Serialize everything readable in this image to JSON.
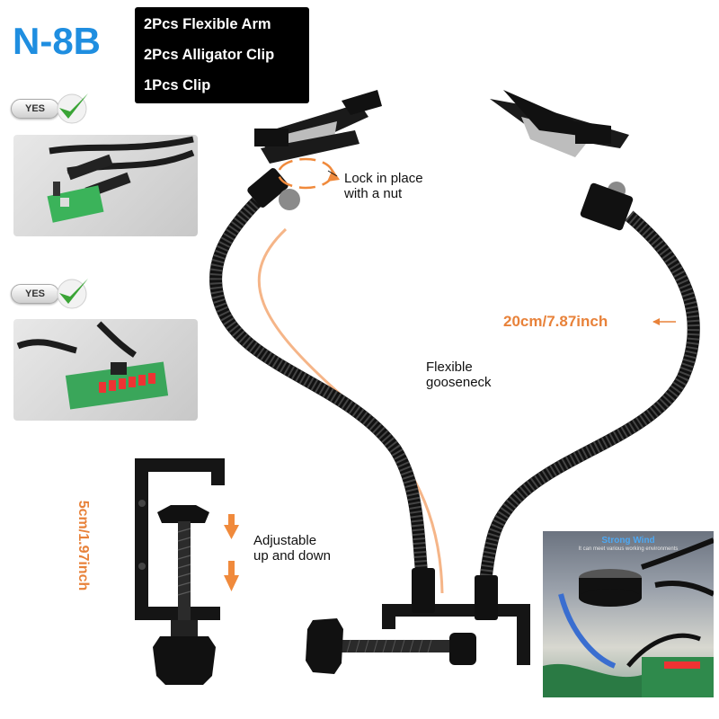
{
  "model": "N-8B",
  "specs": [
    "2Pcs Flexible Arm",
    "2Pcs Alligator Clip",
    "1Pcs Clip"
  ],
  "badges": [
    {
      "label": "YES"
    },
    {
      "label": "YES"
    }
  ],
  "callouts": {
    "nut": [
      "Lock in place",
      "with a nut"
    ],
    "gooseneck": [
      "Flexible",
      "gooseneck"
    ],
    "adjust": [
      "Adjustable",
      "up and down"
    ]
  },
  "measurements": {
    "arm_length": "20cm/7.87inch",
    "clamp_height": "5cm/1.97inch"
  },
  "inset": {
    "title": "Strong Wind",
    "subtitle": "It can meet various working environments"
  },
  "colors": {
    "model_blue": "#1f8ee0",
    "measure_orange": "#e8823a",
    "check_green": "#3aa436"
  },
  "icons": [
    "checkmark-icon",
    "orange-arrow-down-icon",
    "orange-arrow-left-icon"
  ]
}
